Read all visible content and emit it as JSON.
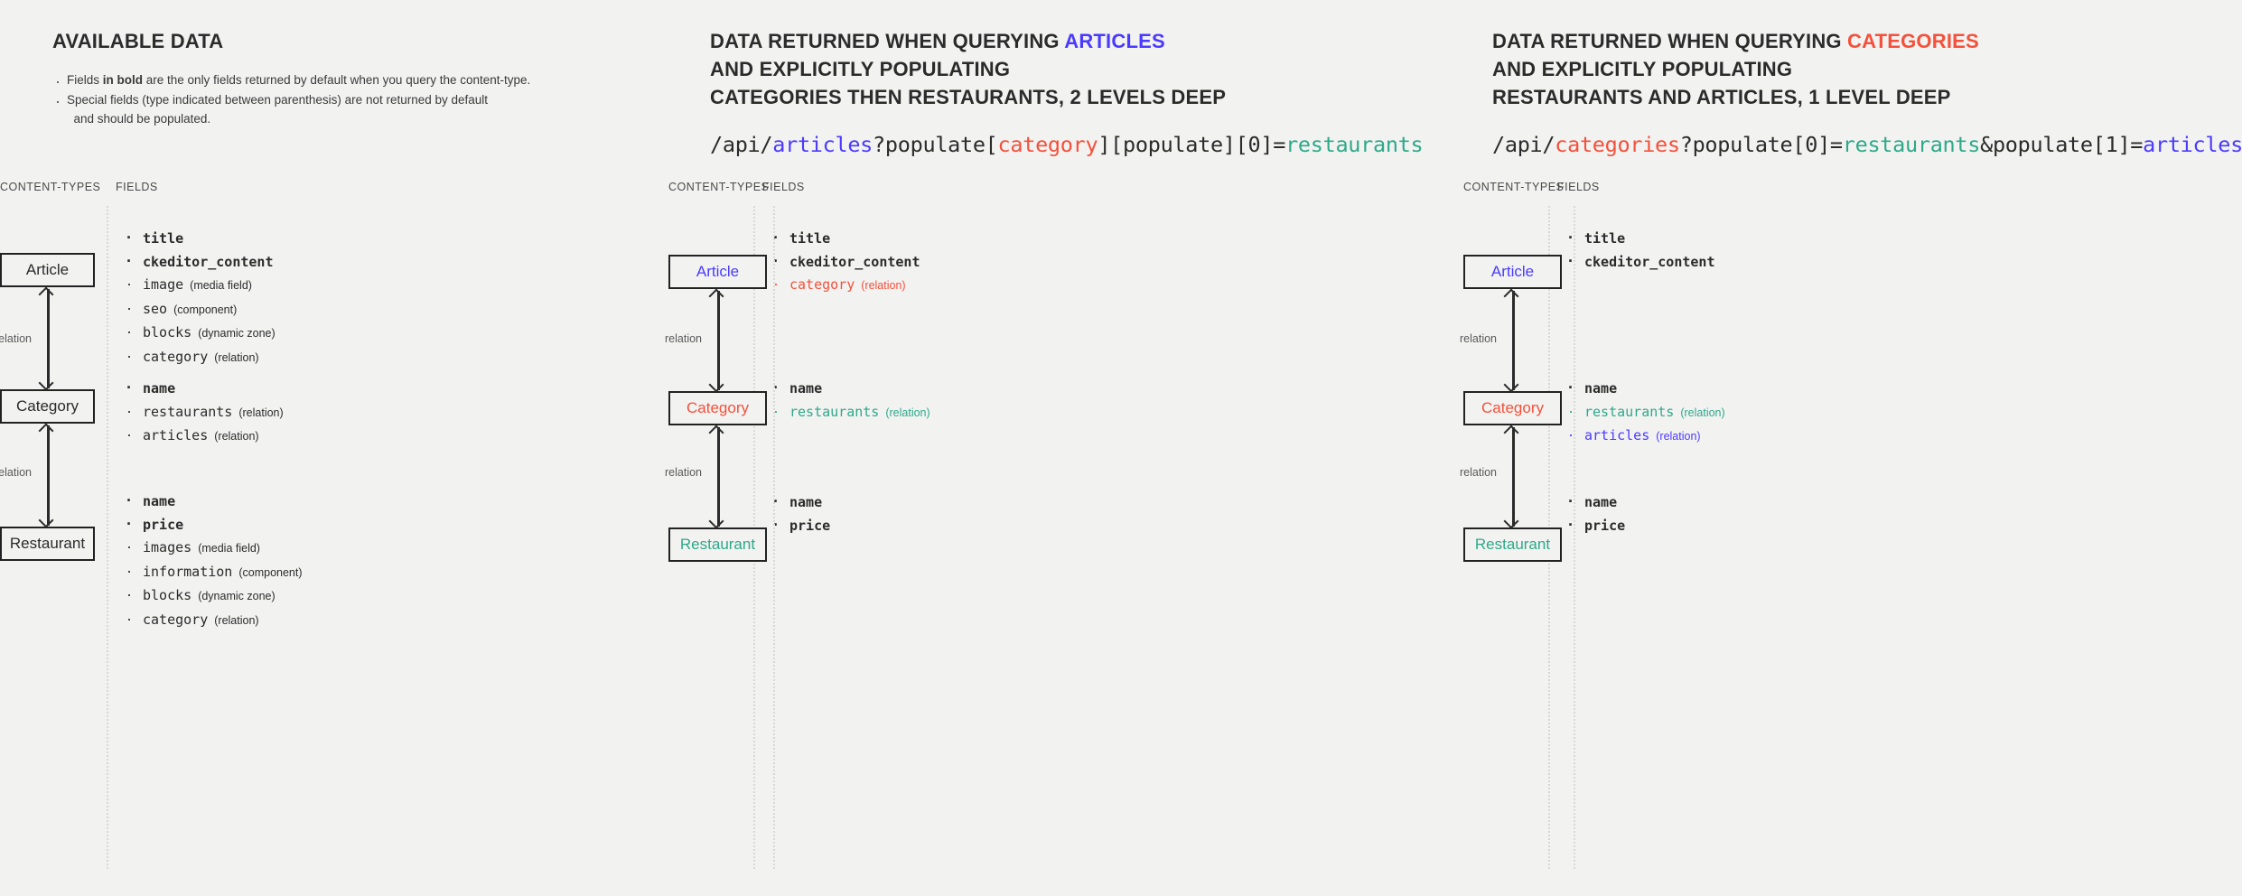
{
  "colors": {
    "article": "#4a3aff",
    "category": "#f5503a",
    "restaurant": "#2ea98a",
    "text": "#2b2b2b",
    "muted": "#5a5a5a",
    "background": "#f2f2f1"
  },
  "column_headers": {
    "content_types": "CONTENT-TYPES",
    "fields": "FIELDS"
  },
  "panels": [
    {
      "id": "available-data",
      "title_plain": "AVAILABLE DATA",
      "title_highlight": "",
      "title_lines": [],
      "notes": [
        {
          "pre": "Fields ",
          "bold": "in bold",
          "post": " are the only fields returned by default when you query the content-type."
        },
        {
          "pre": "Special fields (type indicated between parenthesis) are not returned by default",
          "bold": "",
          "post": ""
        },
        {
          "pre": "and should be populated.",
          "bold": "",
          "post": "",
          "indent": true
        }
      ],
      "api": [],
      "nodes": [
        {
          "label": "Article",
          "color_key": "text"
        },
        {
          "label": "Category",
          "color_key": "text"
        },
        {
          "label": "Restaurant",
          "color_key": "text"
        }
      ],
      "relation_labels": [
        "relation",
        "relation"
      ],
      "field_groups": [
        [
          {
            "name": "title",
            "type": "",
            "bold": true,
            "color_key": "text"
          },
          {
            "name": "ckeditor_content",
            "type": "",
            "bold": true,
            "color_key": "text"
          },
          {
            "name": "image",
            "type": "(media field)",
            "bold": false,
            "color_key": "text"
          },
          {
            "name": "seo",
            "type": "(component)",
            "bold": false,
            "color_key": "text"
          },
          {
            "name": "blocks",
            "type": "(dynamic zone)",
            "bold": false,
            "color_key": "text"
          },
          {
            "name": "category",
            "type": "(relation)",
            "bold": false,
            "color_key": "text"
          }
        ],
        [
          {
            "name": "name",
            "type": "",
            "bold": true,
            "color_key": "text"
          },
          {
            "name": "restaurants",
            "type": "(relation)",
            "bold": false,
            "color_key": "text"
          },
          {
            "name": "articles",
            "type": "(relation)",
            "bold": false,
            "color_key": "text"
          }
        ],
        [
          {
            "name": "name",
            "type": "",
            "bold": true,
            "color_key": "text"
          },
          {
            "name": "price",
            "type": "",
            "bold": true,
            "color_key": "text"
          },
          {
            "name": "images",
            "type": "(media field)",
            "bold": false,
            "color_key": "text"
          },
          {
            "name": "information",
            "type": "(component)",
            "bold": false,
            "color_key": "text"
          },
          {
            "name": "blocks",
            "type": "(dynamic zone)",
            "bold": false,
            "color_key": "text"
          },
          {
            "name": "category",
            "type": "(relation)",
            "bold": false,
            "color_key": "text"
          }
        ]
      ]
    },
    {
      "id": "querying-articles",
      "title_lines": [
        [
          {
            "t": "DATA RETURNED WHEN QUERYING ",
            "c": "text"
          },
          {
            "t": "ARTICLES",
            "c": "article"
          }
        ],
        [
          {
            "t": "AND EXPLICITLY POPULATING",
            "c": "text"
          }
        ],
        [
          {
            "t": "CATEGORIES THEN RESTAURANTS, 2 LEVELS DEEP",
            "c": "text"
          }
        ]
      ],
      "notes": [],
      "api": [
        {
          "t": "/api/",
          "c": "text"
        },
        {
          "t": "articles",
          "c": "article"
        },
        {
          "t": "?populate[",
          "c": "text"
        },
        {
          "t": "category",
          "c": "category"
        },
        {
          "t": "][populate][0]=",
          "c": "text"
        },
        {
          "t": "restaurants",
          "c": "restaurant"
        }
      ],
      "nodes": [
        {
          "label": "Article",
          "color_key": "article"
        },
        {
          "label": "Category",
          "color_key": "category"
        },
        {
          "label": "Restaurant",
          "color_key": "restaurant"
        }
      ],
      "relation_labels": [
        "relation",
        "relation"
      ],
      "field_groups": [
        [
          {
            "name": "title",
            "type": "",
            "bold": true,
            "color_key": "text"
          },
          {
            "name": "ckeditor_content",
            "type": "",
            "bold": true,
            "color_key": "text"
          },
          {
            "name": "category",
            "type": "(relation)",
            "bold": false,
            "color_key": "category"
          }
        ],
        [
          {
            "name": "name",
            "type": "",
            "bold": true,
            "color_key": "text"
          },
          {
            "name": "restaurants",
            "type": "(relation)",
            "bold": false,
            "color_key": "restaurant"
          }
        ],
        [
          {
            "name": "name",
            "type": "",
            "bold": true,
            "color_key": "text"
          },
          {
            "name": "price",
            "type": "",
            "bold": true,
            "color_key": "text"
          }
        ]
      ]
    },
    {
      "id": "querying-categories",
      "title_lines": [
        [
          {
            "t": "DATA RETURNED WHEN QUERYING ",
            "c": "text"
          },
          {
            "t": "CATEGORIES",
            "c": "category"
          }
        ],
        [
          {
            "t": "AND EXPLICITLY POPULATING",
            "c": "text"
          }
        ],
        [
          {
            "t": "RESTAURANTS AND ARTICLES, 1 LEVEL DEEP",
            "c": "text"
          }
        ]
      ],
      "notes": [],
      "api": [
        {
          "t": "/api/",
          "c": "text"
        },
        {
          "t": "categories",
          "c": "category"
        },
        {
          "t": "?populate[0]=",
          "c": "text"
        },
        {
          "t": "restaurants",
          "c": "restaurant"
        },
        {
          "t": "&populate[1]=",
          "c": "text"
        },
        {
          "t": "articles",
          "c": "article"
        }
      ],
      "nodes": [
        {
          "label": "Article",
          "color_key": "article"
        },
        {
          "label": "Category",
          "color_key": "category"
        },
        {
          "label": "Restaurant",
          "color_key": "restaurant"
        }
      ],
      "relation_labels": [
        "relation",
        "relation"
      ],
      "field_groups": [
        [
          {
            "name": "title",
            "type": "",
            "bold": true,
            "color_key": "text"
          },
          {
            "name": "ckeditor_content",
            "type": "",
            "bold": true,
            "color_key": "text"
          }
        ],
        [
          {
            "name": "name",
            "type": "",
            "bold": true,
            "color_key": "text"
          },
          {
            "name": "restaurants",
            "type": "(relation)",
            "bold": false,
            "color_key": "restaurant"
          },
          {
            "name": "articles",
            "type": "(relation)",
            "bold": false,
            "color_key": "article"
          }
        ],
        [
          {
            "name": "name",
            "type": "",
            "bold": true,
            "color_key": "text"
          },
          {
            "name": "price",
            "type": "",
            "bold": true,
            "color_key": "text"
          }
        ]
      ]
    }
  ]
}
